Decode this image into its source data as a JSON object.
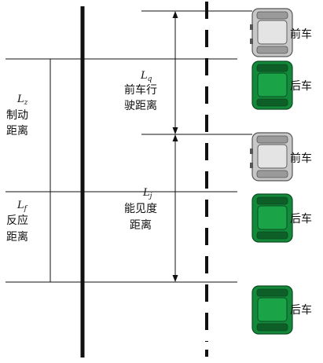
{
  "left_labels": {
    "braking": {
      "symbol": "L",
      "subscript": "z",
      "line1": "制动",
      "line2": "距离"
    },
    "reaction": {
      "symbol": "L",
      "subscript": "f",
      "line1": "反应",
      "line2": "距离"
    }
  },
  "mid_labels": {
    "front_travel": {
      "symbol": "L",
      "subscript": "q",
      "line1": "前车行",
      "line2": "驶距离"
    },
    "visibility": {
      "symbol": "L",
      "subscript": "j",
      "line1": "能见度",
      "line2": "距离"
    }
  },
  "cars": {
    "front_label": "前车",
    "rear_label": "后车",
    "front_color": "#c8c8c8",
    "rear_color": "#138a3a"
  }
}
